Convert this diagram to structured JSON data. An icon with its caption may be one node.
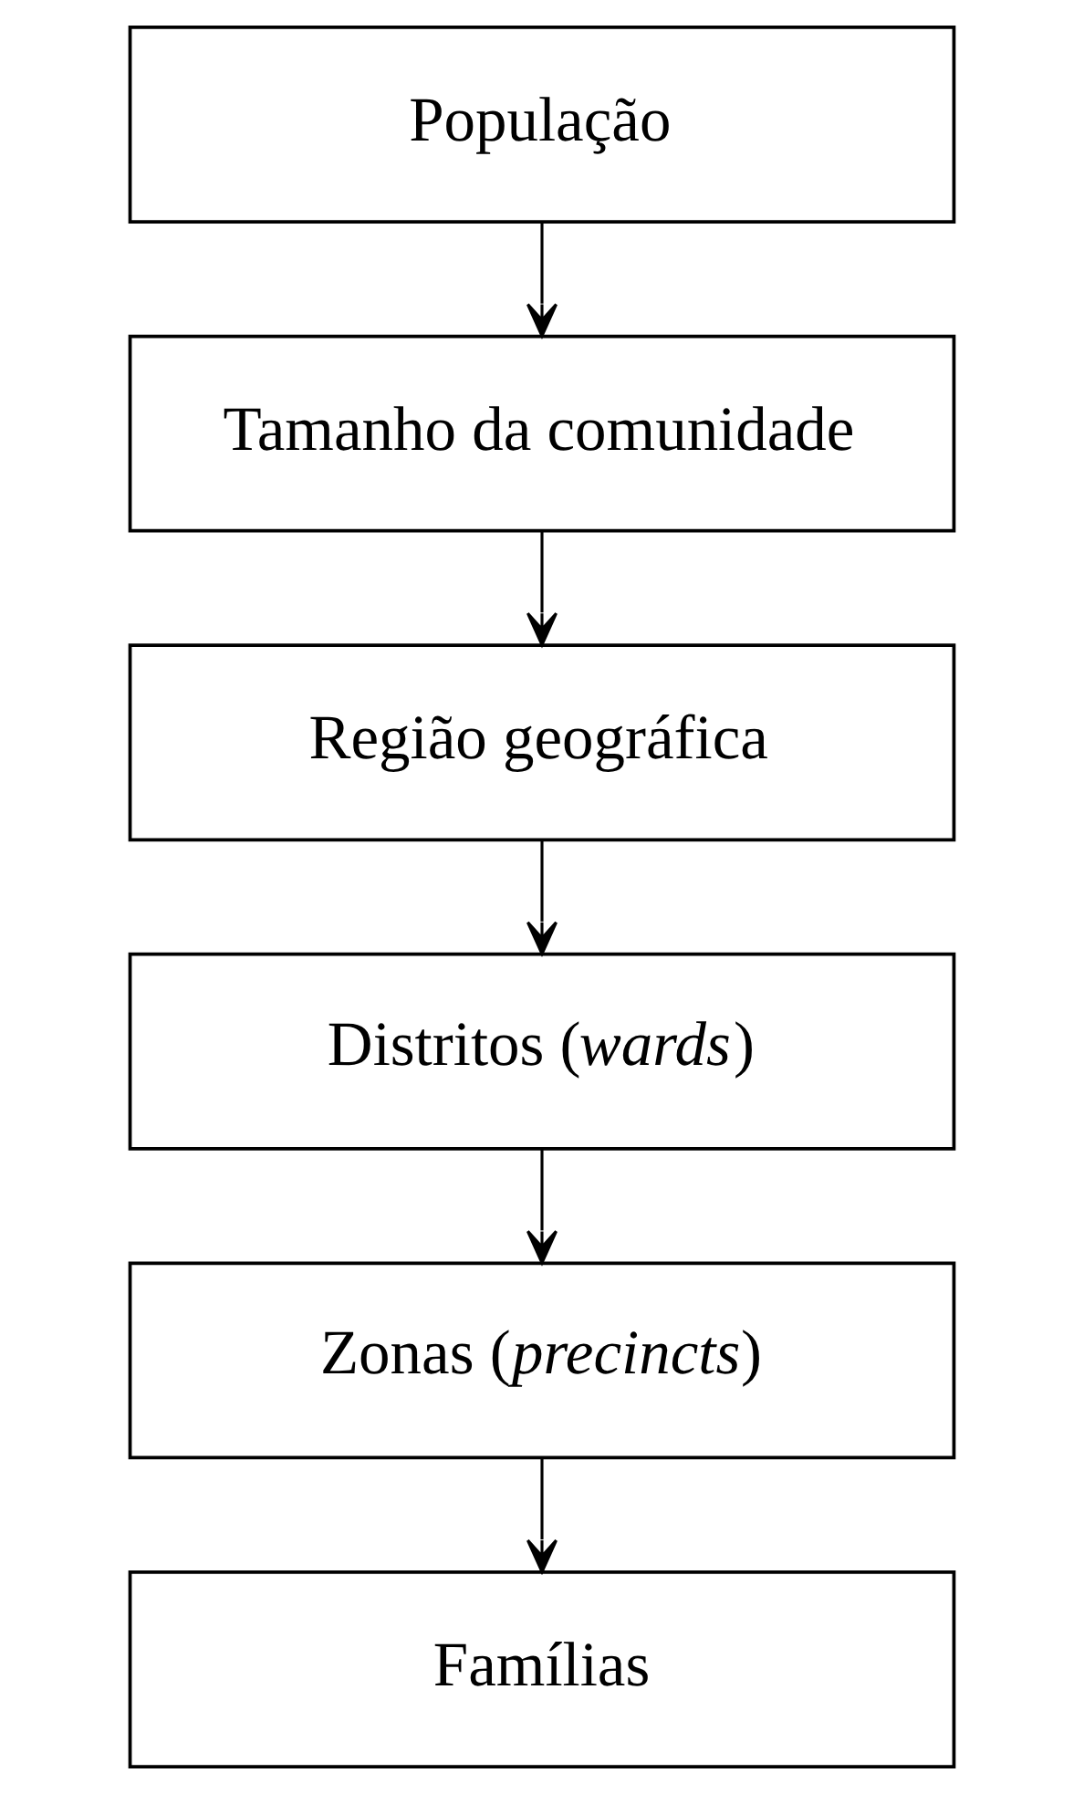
{
  "diagram": {
    "nodes": [
      {
        "text": [
          "População"
        ]
      },
      {
        "text": [
          "Tamanho da comunidade"
        ]
      },
      {
        "text": [
          "Região geográfica"
        ]
      },
      {
        "text": [
          "Distritos (*wards*)"
        ]
      },
      {
        "text": [
          "Zonas (*precincts*)"
        ]
      },
      {
        "text": [
          "Famílias"
        ]
      }
    ],
    "edges": [
      {
        "from": 0,
        "to": 1,
        "arrow": "to"
      },
      {
        "from": 1,
        "to": 2,
        "arrow": "to"
      },
      {
        "from": 2,
        "to": 3,
        "arrow": "to"
      },
      {
        "from": 3,
        "to": 4,
        "arrow": "to"
      },
      {
        "from": 4,
        "to": 5,
        "arrow": "to"
      }
    ]
  }
}
